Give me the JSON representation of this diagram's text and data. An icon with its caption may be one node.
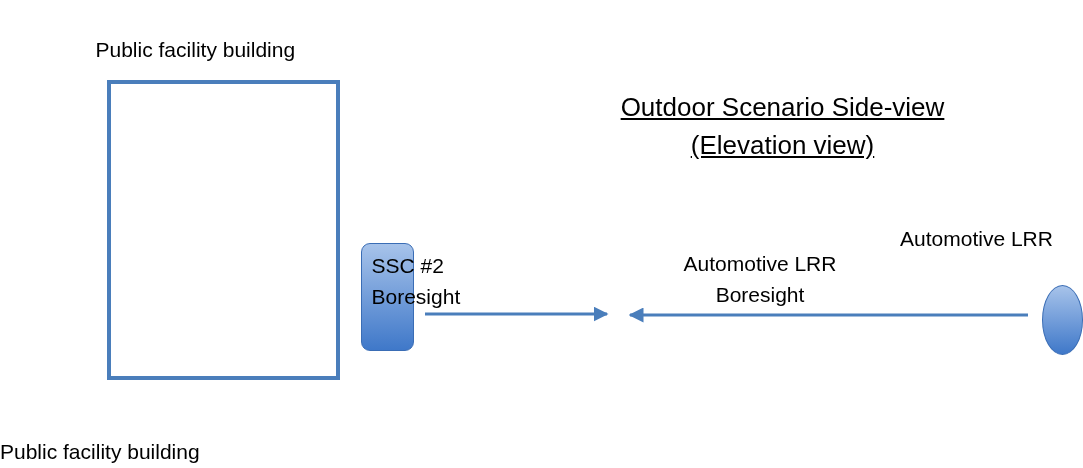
{
  "diagram": {
    "title": "Outdoor Scenario Side-view (Elevation view)",
    "nodes": [
      {
        "text": [
          "Public facility building"
        ]
      },
      {
        "text": [
          "SSC #2 Boresight"
        ]
      },
      {
        "text": [
          "Automotive LRR"
        ]
      }
    ],
    "edges": [
      {
        "from": 1,
        "to": null,
        "arrow": "to"
      },
      {
        "from": 2,
        "to": null,
        "arrow": "to",
        "label": "Automotive LRR Boresight"
      }
    ],
    "labels": [
      "Public facility building"
    ]
  }
}
